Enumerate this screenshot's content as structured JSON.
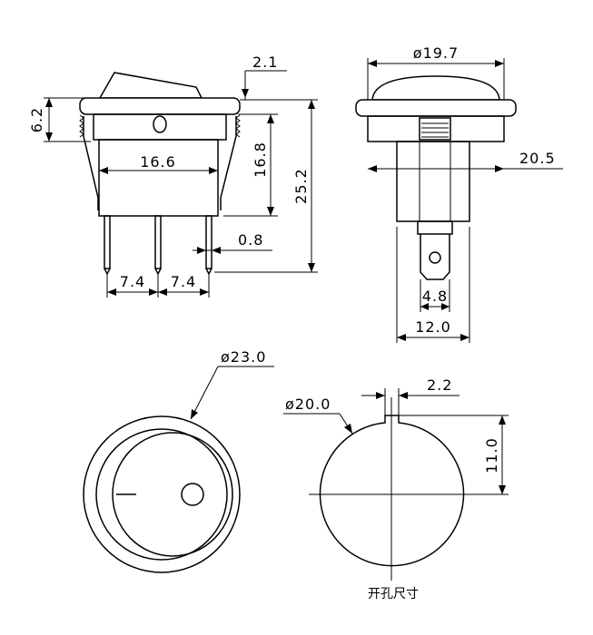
{
  "dimensions": {
    "lever_overhang": "2.1",
    "flange_thickness": "6.2",
    "housing_width": "16.6",
    "body_height": "16.8",
    "total_height": "25.2",
    "terminal_thickness": "0.8",
    "pin_pitch_left": "7.4",
    "pin_pitch_right": "7.4",
    "dome_diameter": "ø19.7",
    "side_height": "20.5",
    "terminal_width": "4.8",
    "body_width": "12.0",
    "bezel_diameter": "ø23.0",
    "cutout_diameter": "ø20.0",
    "key_width": "2.2",
    "key_height": "11.0"
  },
  "caption": "开孔尺寸"
}
